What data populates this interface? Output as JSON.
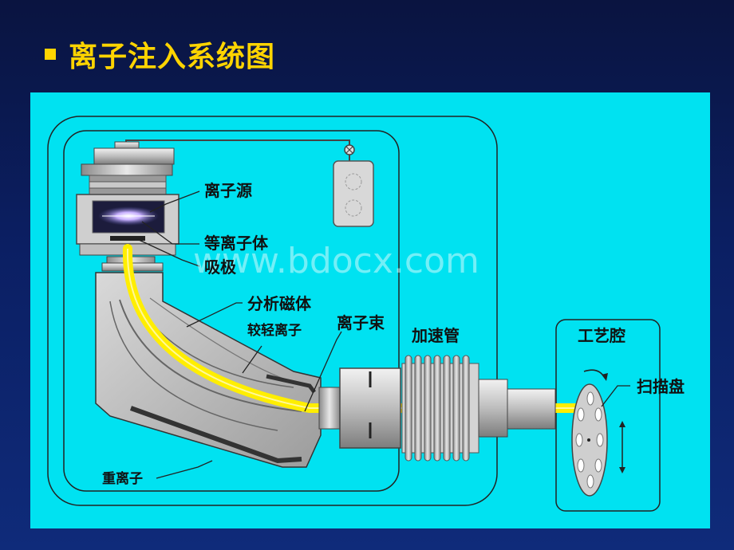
{
  "slide": {
    "title": "离子注入系统图",
    "bullet_color": "#ffd400",
    "title_color": "#ffd400"
  },
  "diagram": {
    "background_color": "#00e2f1",
    "beam_color": "#ffee00",
    "labels": {
      "ion_source": "离子源",
      "plasma": "等离子体",
      "extractor": "吸极",
      "analyzer_magnet": "分析磁体",
      "light_ions": "较轻离子",
      "ion_beam": "离子束",
      "accelerator_tube": "加速管",
      "process_chamber": "工艺腔",
      "scan_disk": "扫描盘",
      "heavy_ions": "重离子"
    },
    "watermark": "www.bdocx.com"
  }
}
